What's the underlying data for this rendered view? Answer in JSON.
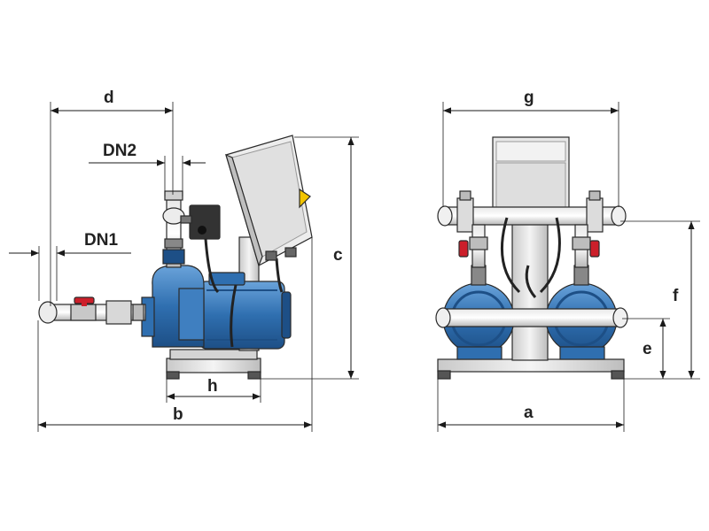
{
  "colors": {
    "pump_blue": "#2f6fb0",
    "pump_blue_dark": "#1d4f86",
    "pump_blue_light": "#5b95d0",
    "frame_grey": "#d4d4d4",
    "panel_light": "#eeeeee",
    "panel_dark": "#888888",
    "valve_red": "#cc1f2a",
    "warning_yellow": "#f2c400",
    "cable_black": "#222222",
    "base_dark": "#555555"
  },
  "labels": {
    "d": "d",
    "dn2": "DN2",
    "dn1": "DN1",
    "c": "c",
    "h": "h",
    "b": "b",
    "g": "g",
    "f": "f",
    "e": "e",
    "a": "a"
  }
}
